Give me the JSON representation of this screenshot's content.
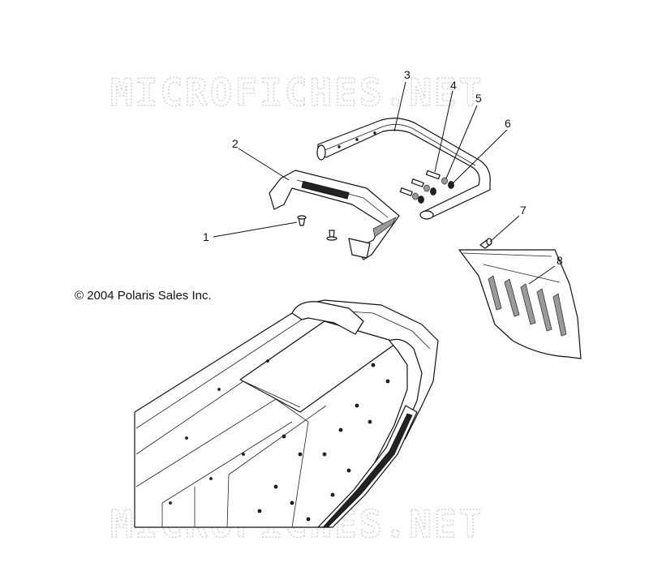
{
  "watermark": {
    "top": "MICROFICHES.NET",
    "bottom": "MICROFICHES.NET"
  },
  "copyright": "© 2004 Polaris Sales Inc.",
  "callouts": [
    {
      "id": "1",
      "label": "1"
    },
    {
      "id": "2",
      "label": "2"
    },
    {
      "id": "3",
      "label": "3"
    },
    {
      "id": "4",
      "label": "4"
    },
    {
      "id": "5",
      "label": "5"
    },
    {
      "id": "6",
      "label": "6"
    },
    {
      "id": "7",
      "label": "7"
    },
    {
      "id": "8",
      "label": "8"
    }
  ],
  "colors": {
    "ink": "#111111",
    "watermark": "#d4d4d4",
    "background": "#ffffff"
  }
}
